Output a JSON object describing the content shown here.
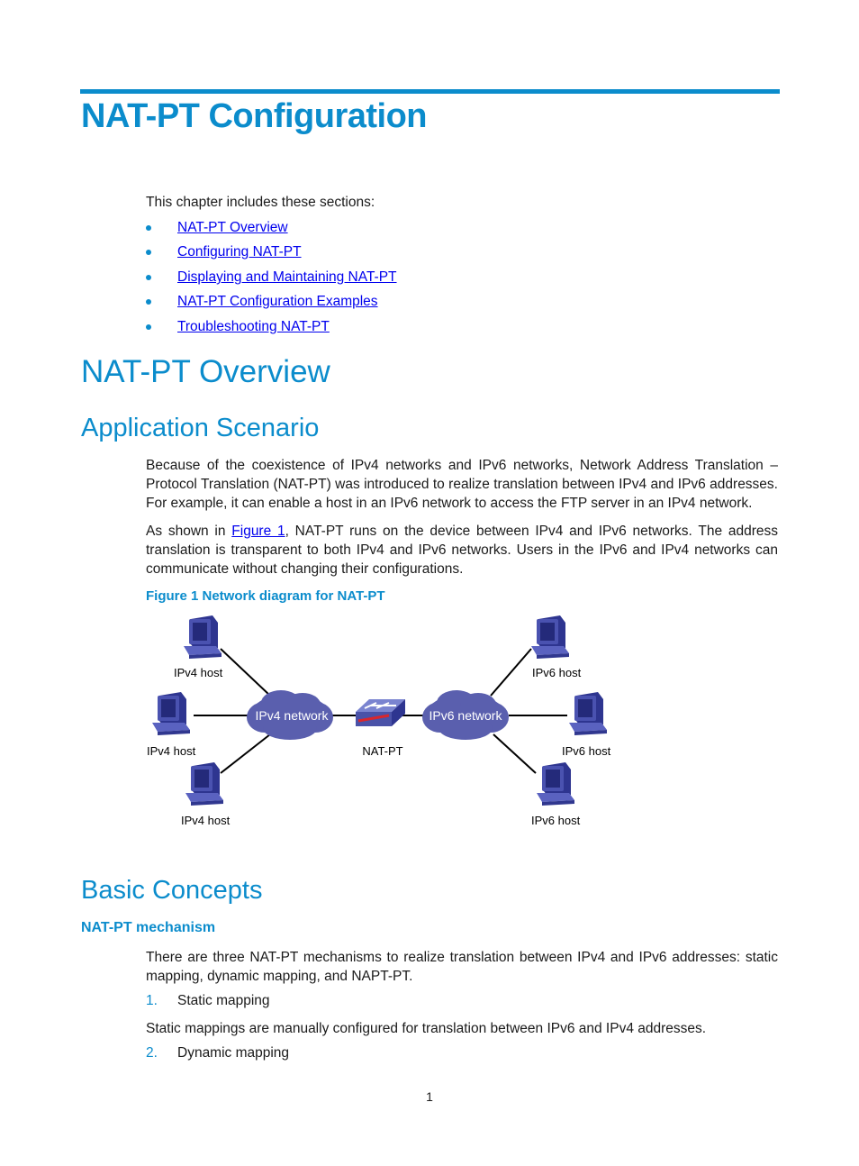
{
  "chapter_title": "NAT-PT Configuration",
  "intro": "This chapter includes these sections:",
  "toc": [
    "NAT-PT Overview",
    "Configuring NAT-PT",
    "Displaying and Maintaining NAT-PT",
    "NAT-PT Configuration Examples",
    "Troubleshooting NAT-PT"
  ],
  "section1": {
    "title": "NAT-PT Overview"
  },
  "application": {
    "title": "Application Scenario",
    "para1": "Because of the coexistence of IPv4 networks and IPv6 networks, Network Address Translation – Protocol Translation (NAT-PT) was introduced to realize translation between IPv4 and IPv6 addresses. For example, it can enable a host in an IPv6 network to access the FTP server in an IPv4 network.",
    "para2_before": "As shown in ",
    "para2_link": "Figure 1",
    "para2_after": ", NAT-PT runs on the device between IPv4 and IPv6 networks. The address translation is transparent to both IPv4 and IPv6 networks. Users in the IPv6 and IPv4 networks can communicate without changing their configurations."
  },
  "figure": {
    "caption": "Figure 1 Network diagram for NAT-PT",
    "ipv4_cloud": "IPv4 network",
    "ipv6_cloud": "IPv6 network",
    "device": "NAT-PT",
    "ipv4_host": "IPv4 host",
    "ipv6_host": "IPv6 host",
    "colors": {
      "cloud": "#5a5fae",
      "host": "#3d44a0",
      "router": "#5560b8",
      "accent": "#d9262c"
    }
  },
  "basic": {
    "title": "Basic Concepts",
    "subtitle": "NAT-PT mechanism",
    "para1": "There are three NAT-PT mechanisms to realize translation between IPv4 and IPv6 addresses: static mapping, dynamic mapping, and NAPT-PT.",
    "item1_num": "1.",
    "item1": "Static mapping",
    "para2": "Static mappings are manually configured for translation between IPv6 and IPv4 addresses.",
    "item2_num": "2.",
    "item2": "Dynamic mapping"
  },
  "page_number": "1"
}
